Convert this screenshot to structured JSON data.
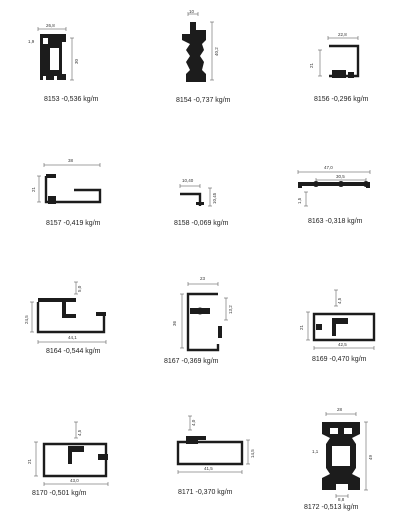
{
  "profiles": [
    {
      "caption": "8153 -0,536 kg/m",
      "dims": [
        "26,8",
        "1,9",
        "30"
      ]
    },
    {
      "caption": "8154 -0,737 kg/m",
      "dims": [
        "10",
        "40,2"
      ]
    },
    {
      "caption": "8156 -0,296 kg/m",
      "dims": [
        "22,8",
        "21"
      ]
    },
    {
      "caption": "8157 -0,419 kg/m",
      "dims": [
        "38",
        "21"
      ]
    },
    {
      "caption": "8158 -0,069 kg/m",
      "dims": [
        "10,40",
        "10,45"
      ]
    },
    {
      "caption": "8163 -0,318 kg/m",
      "dims": [
        "47,0",
        "30,5",
        "1,5"
      ]
    },
    {
      "caption": "8164 -0,544 kg/m",
      "dims": [
        "5,0",
        "24,5",
        "44,1"
      ]
    },
    {
      "caption": "8167 -0,369 kg/m",
      "dims": [
        "23",
        "36",
        "13,2"
      ]
    },
    {
      "caption": "8169 -0,470 kg/m",
      "dims": [
        "4,5",
        "21",
        "42,5"
      ]
    },
    {
      "caption": "8170 -0,501 kg/m",
      "dims": [
        "4,5",
        "21",
        "43,0"
      ]
    },
    {
      "caption": "8171 -0,370 kg/m",
      "dims": [
        "4,0",
        "14,5",
        "41,5"
      ]
    },
    {
      "caption": "8172 -0,513 kg/m",
      "dims": [
        "28",
        "1,1",
        "49",
        "8,8"
      ]
    }
  ]
}
